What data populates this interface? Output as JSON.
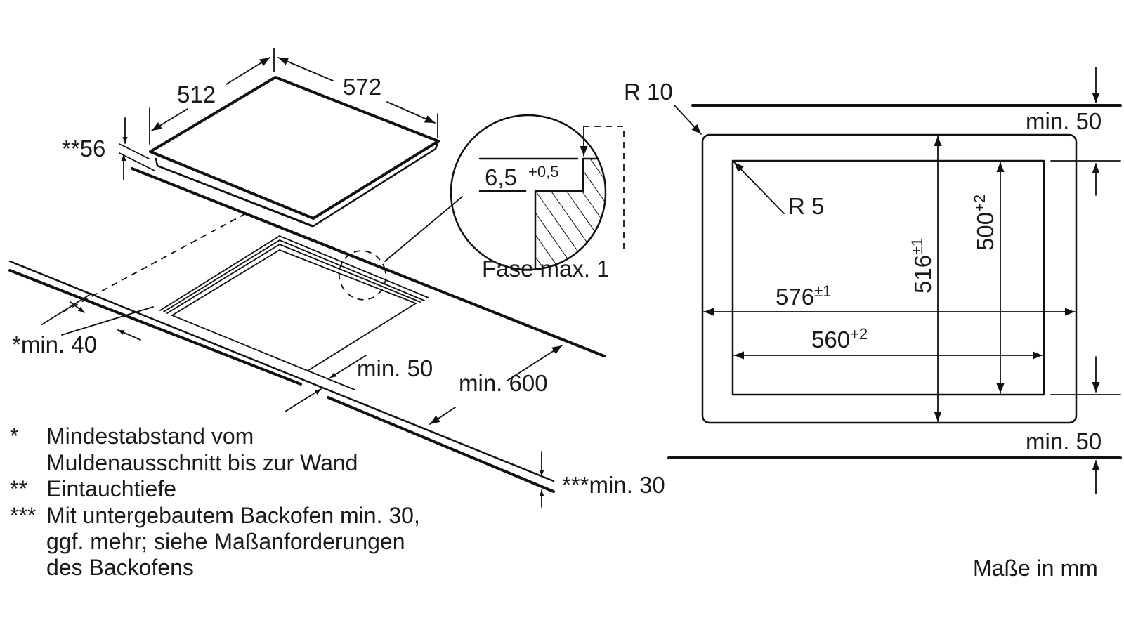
{
  "units_label": "Maße in mm",
  "isometric": {
    "hob_depth": "512",
    "hob_width": "572",
    "immersion_depth": "**56",
    "wall_min": "*min. 40",
    "front_min": "min. 50",
    "counter_depth_min": "min. 600",
    "counter_thickness_min": "***min. 30"
  },
  "detail": {
    "depth_value": "6,5",
    "depth_tolerance": "+0,5",
    "chamfer": "Fase max. 1"
  },
  "cutout": {
    "outer_radius": "R 10",
    "inner_radius": "R 5",
    "outer_width": "576",
    "outer_width_tol": "±1",
    "inner_width": "560",
    "inner_width_tol": "+2",
    "outer_height": "516",
    "outer_height_tol": "±1",
    "inner_height": "500",
    "inner_height_tol": "+2",
    "top_clearance": "min. 50",
    "bottom_clearance": "min. 50"
  },
  "footnotes": [
    {
      "marker": "*",
      "lines": [
        "Mindestabstand vom",
        "Muldenausschnitt bis zur Wand"
      ]
    },
    {
      "marker": "**",
      "lines": [
        "Eintauchtiefe"
      ]
    },
    {
      "marker": "***",
      "lines": [
        "Mit untergebautem Backofen min. 30,",
        "ggf. mehr; siehe Maßanforderungen",
        "des Backofens"
      ]
    }
  ]
}
